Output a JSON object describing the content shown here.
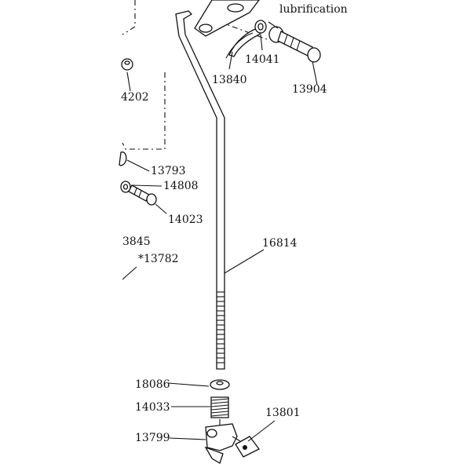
{
  "labels": {
    "lubrification": "lubrification",
    "p14041": "14041",
    "p13840": "13840",
    "p13904": "13904",
    "p4202": "4202",
    "p13793": "13793",
    "p14808": "14808",
    "p14023": "14023",
    "p3845": "3845",
    "p13782": "*13782",
    "p16814": "16814",
    "p18086": "18086",
    "p14033": "14033",
    "p13801": "13801",
    "p13799": "13799"
  }
}
